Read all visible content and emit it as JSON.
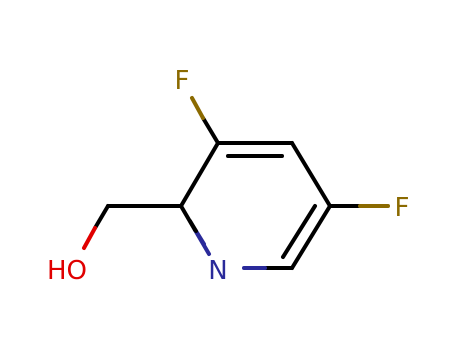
{
  "molecule": {
    "atoms": {
      "fluorine_top": {
        "label": "F",
        "color": "#8b6a00"
      },
      "fluorine_right": {
        "label": "F",
        "color": "#8b6a00"
      },
      "nitrogen": {
        "label": "N",
        "color": "#2a2a9a"
      },
      "hydroxyl": {
        "label": "HO",
        "color": "#e00000"
      }
    },
    "bond_color": "#000000"
  }
}
